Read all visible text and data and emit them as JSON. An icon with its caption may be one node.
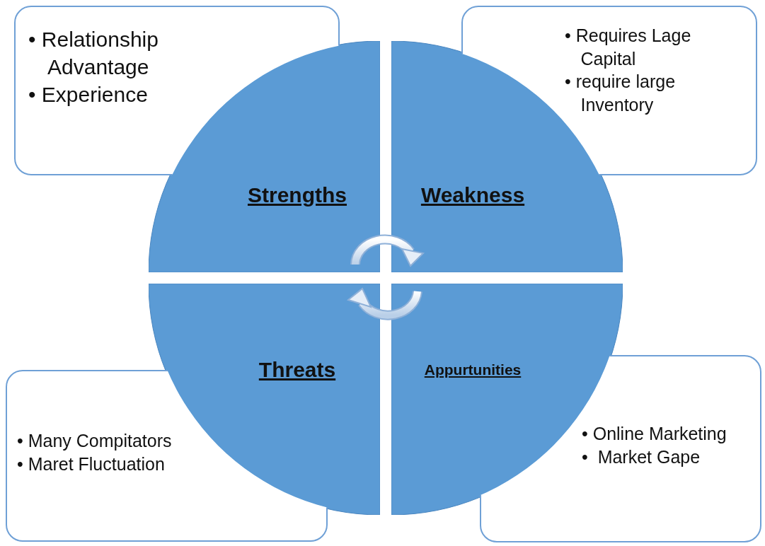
{
  "diagram": {
    "nodes": [
      {
        "text": [
          "• Relationship Advantage",
          "• Experience"
        ]
      },
      {
        "text": [
          "• Requires Lage Capital",
          "• require large Inventory"
        ]
      },
      {
        "text": [
          "Strengths"
        ]
      },
      {
        "text": [
          "Weakness"
        ]
      },
      {
        "text": [
          "Threats"
        ]
      },
      {
        "text": [
          "Appurtunities"
        ]
      },
      {
        "text": [
          "• Many Compitators",
          "• Maret Fluctuation"
        ]
      },
      {
        "text": [
          "• Online Marketing",
          "•  Market Gape"
        ]
      }
    ]
  }
}
